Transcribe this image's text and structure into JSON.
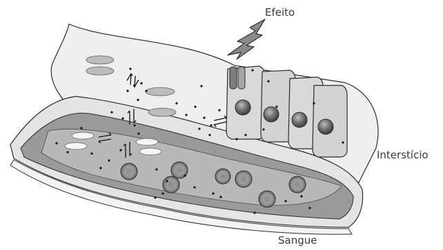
{
  "labels": {
    "efeito": "Efeito",
    "intersticio": "Interstício",
    "sangue": "Sangue"
  },
  "colors": {
    "tissue_light": "#efefef",
    "tissue_mid": "#d6d6d6",
    "vessel_dark": "#8e8e8e",
    "cell_fill": "#d9d9d9",
    "nucleus": "#6e6e6e",
    "outline": "#2b2b2b"
  },
  "icons": [
    "lightning-bolt-icon",
    "receptor-channel-icon",
    "equilibrium-arrows-icon"
  ]
}
